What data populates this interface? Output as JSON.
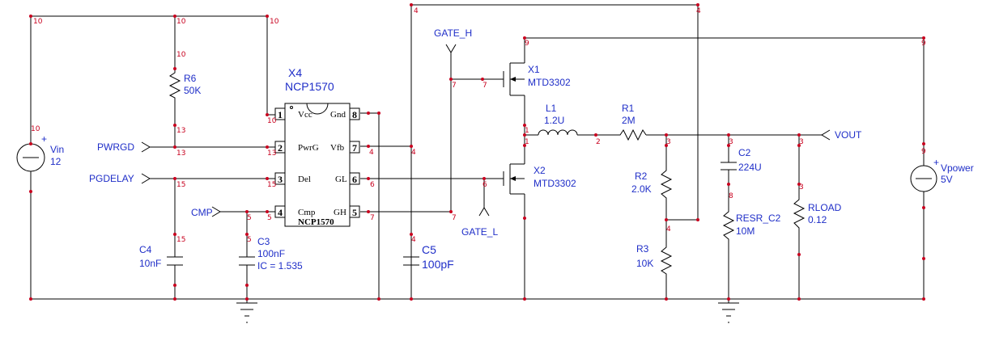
{
  "colors": {
    "wire": "#000000",
    "node_number": "#c8001e",
    "label": "#1f2ec8"
  },
  "components": {
    "vin": {
      "ref": "Vin",
      "value": "12"
    },
    "vpower": {
      "ref": "Vpower",
      "value": "5V"
    },
    "r6": {
      "ref": "R6",
      "value": "50K"
    },
    "c4": {
      "ref": "C4",
      "value": "10nF"
    },
    "c3": {
      "ref": "C3",
      "value": "100nF",
      "ic": "IC = 1.535"
    },
    "c5": {
      "ref": "C5",
      "value": "100pF"
    },
    "x1": {
      "ref": "X1",
      "value": "MTD3302"
    },
    "x2": {
      "ref": "X2",
      "value": "MTD3302"
    },
    "l1": {
      "ref": "L1",
      "value": "1.2U"
    },
    "r1": {
      "ref": "R1",
      "value": "2M"
    },
    "r2": {
      "ref": "R2",
      "value": "2.0K"
    },
    "r3": {
      "ref": "R3",
      "value": "10K"
    },
    "c2": {
      "ref": "C2",
      "value": "224U"
    },
    "resr": {
      "ref": "RESR_C2",
      "value": "10M"
    },
    "rload": {
      "ref": "RLOAD",
      "value": "0.12"
    }
  },
  "ic": {
    "ref": "X4",
    "part": "NCP1570",
    "pins_left": [
      {
        "num": "1",
        "name": "Vcc"
      },
      {
        "num": "2",
        "name": "PwrG"
      },
      {
        "num": "3",
        "name": "Del"
      },
      {
        "num": "4",
        "name": "Cmp"
      }
    ],
    "pins_right": [
      {
        "num": "8",
        "name": "Gnd"
      },
      {
        "num": "7",
        "name": "Vfb"
      },
      {
        "num": "6",
        "name": "GL"
      },
      {
        "num": "5",
        "name": "GH"
      }
    ]
  },
  "ports": {
    "pwrgd": "PWRGD",
    "pgdelay": "PGDELAY",
    "cmp": "CMP",
    "gate_h": "GATE_H",
    "gate_l": "GATE_L",
    "vout": "VOUT"
  },
  "node_labels": {
    "n10a": "10",
    "n10b": "10",
    "n10c": "10",
    "n10d": "10",
    "n10e": "10",
    "n10f": "10",
    "n13a": "13",
    "n13b": "13",
    "n13c": "13",
    "n15a": "15",
    "n15b": "15",
    "n15c": "15",
    "n5a": "5",
    "n5b": "5",
    "n5c": "5",
    "n4a": "4",
    "n4b": "4",
    "n4c": "4",
    "n4d": "4",
    "n4e": "4",
    "n4f": "4",
    "n6a": "6",
    "n6b": "6",
    "n7a": "7",
    "n7b": "7",
    "n7c": "7",
    "n7d": "7",
    "n9a": "9",
    "n9b": "9",
    "n9c": "9",
    "n1a": "1",
    "n1b": "1",
    "n2a": "2",
    "n3a": "3",
    "n3b": "3",
    "n3c": "3",
    "n3d": "3",
    "n8a": "8"
  }
}
